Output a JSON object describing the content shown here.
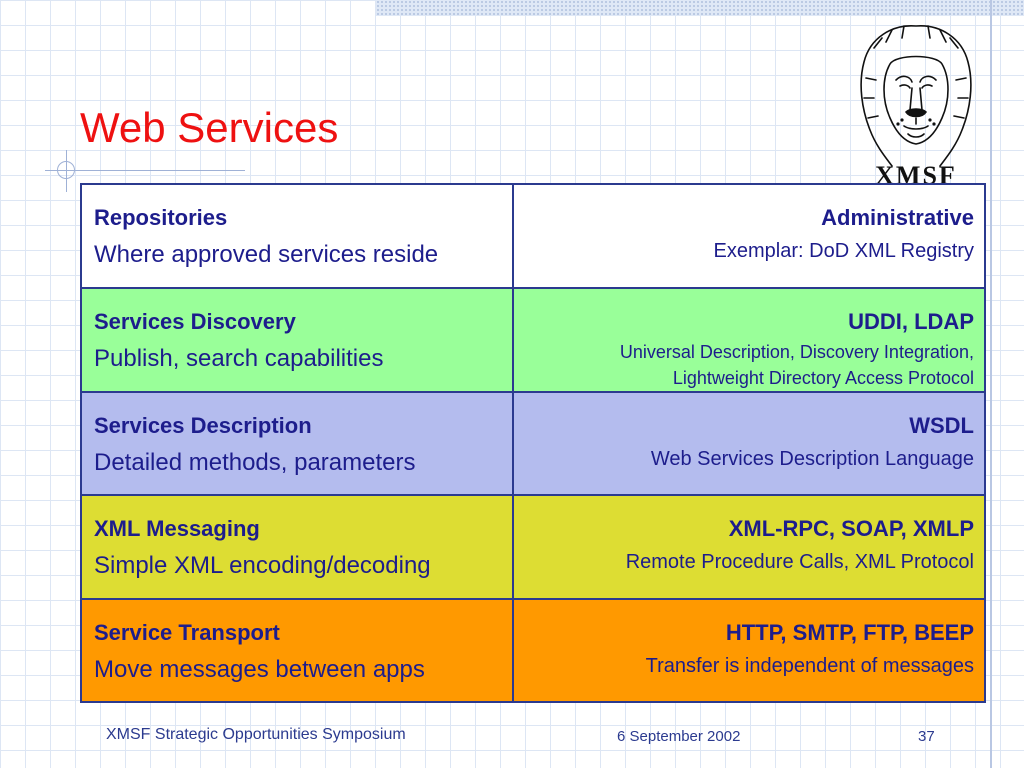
{
  "slide": {
    "title": "Web Services",
    "logo_text": "XMSF"
  },
  "rows": [
    {
      "label_title": "Repositories",
      "label_desc": "Where approved services reside",
      "proto_title": "Administrative",
      "proto_desc": "Exemplar:  DoD XML Registry",
      "color": "#ffffff"
    },
    {
      "label_title": "Services Discovery",
      "label_desc": "Publish, search capabilities",
      "proto_title": "UDDI, LDAP",
      "proto_desc": "Universal Description, Discovery Integration, Lightweight Directory Access Protocol",
      "color": "#99ff99"
    },
    {
      "label_title": "Services Description",
      "label_desc": "Detailed methods, parameters",
      "proto_title": "WSDL",
      "proto_desc": "Web Services Description Language",
      "color": "#b4bcee"
    },
    {
      "label_title": "XML Messaging",
      "label_desc": "Simple XML encoding/decoding",
      "proto_title": "XML-RPC, SOAP, XMLP",
      "proto_desc": "Remote Procedure Calls, XML Protocol",
      "color": "#dddd33"
    },
    {
      "label_title": "Service Transport",
      "label_desc": "Move messages between apps",
      "proto_title": "HTTP, SMTP, FTP, BEEP",
      "proto_desc": "Transfer is independent of messages",
      "color": "#ff9900"
    }
  ],
  "footer": {
    "left": "XMSF Strategic Opportunities Symposium",
    "date": "6 September 2002",
    "page": "37"
  }
}
